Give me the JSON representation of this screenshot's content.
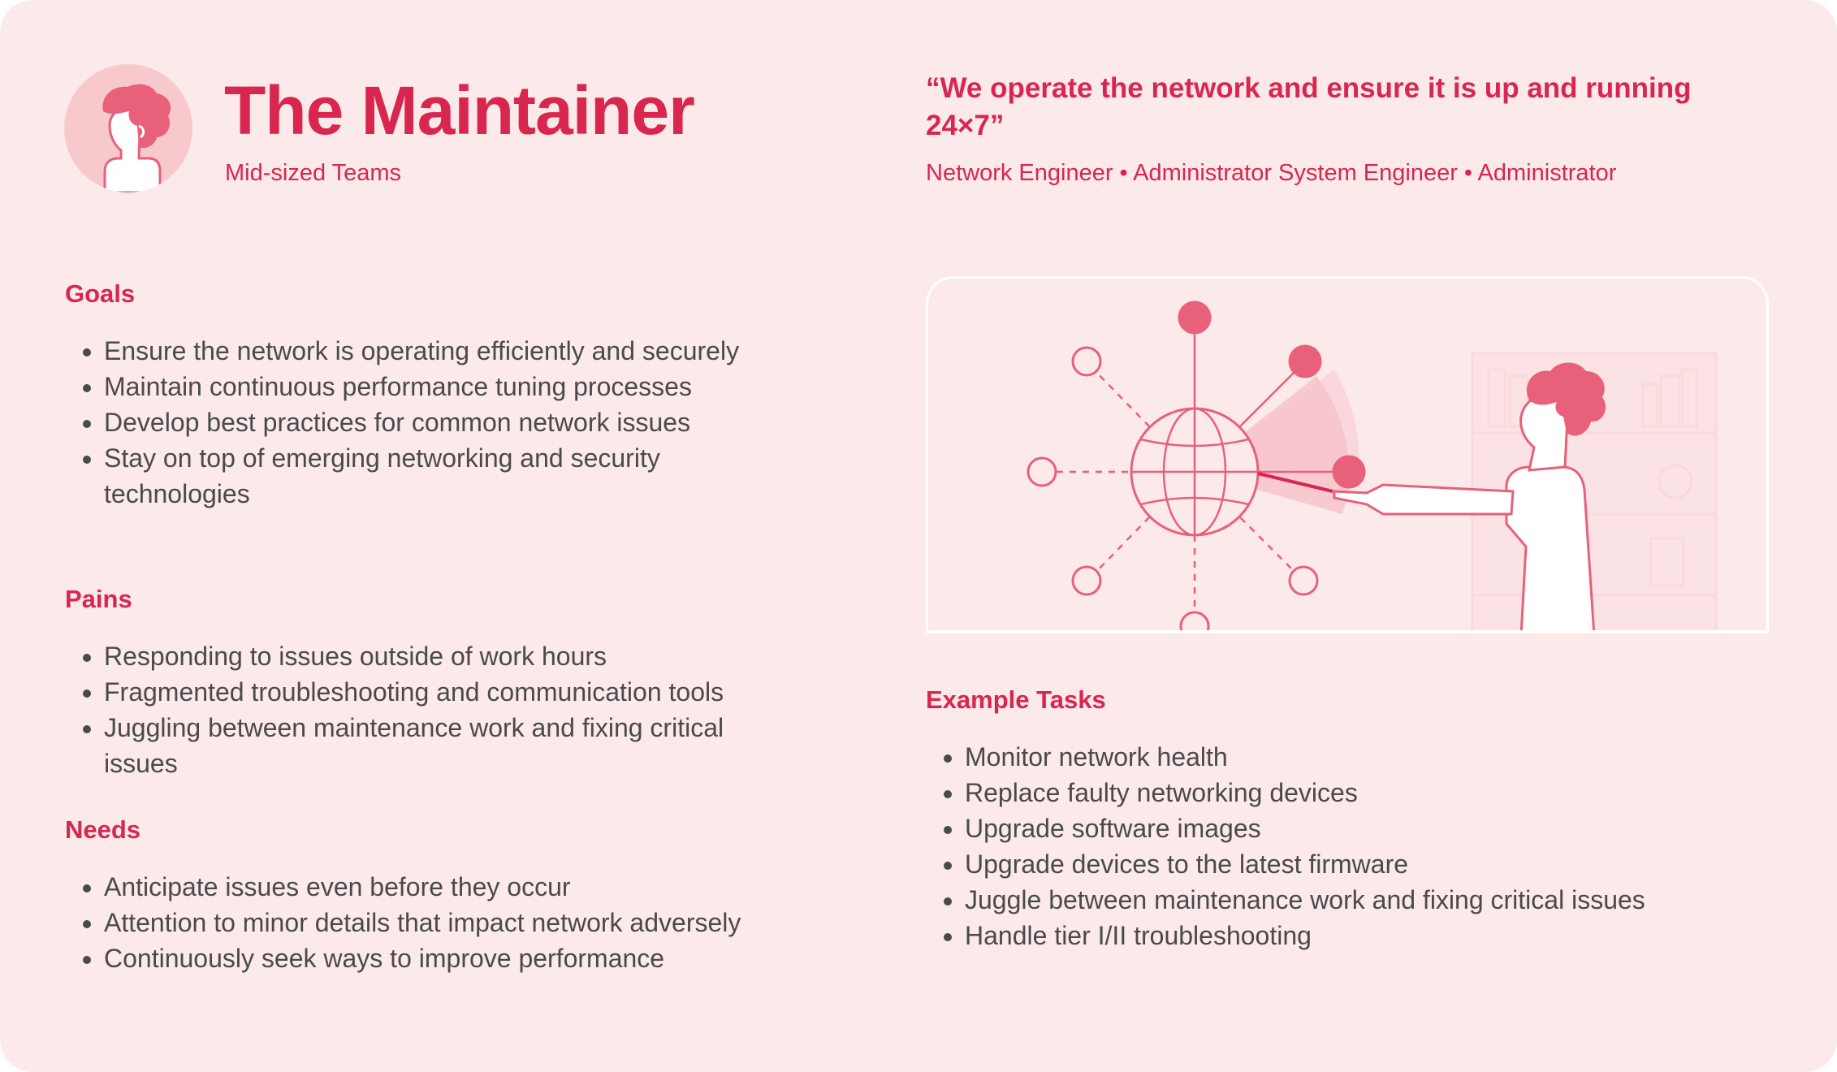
{
  "header": {
    "title": "The Maintainer",
    "subtitle": "Mid-sized Teams",
    "quote": "“We operate the network and ensure it is up and running 24×7”",
    "roles": "Network Engineer • Administrator System Engineer • Administrator",
    "avatar_icon": "person-avatar-icon"
  },
  "goals": {
    "heading": "Goals",
    "items": [
      "Ensure the network is operating efficiently and securely",
      "Maintain continuous performance tuning processes",
      "Develop best practices for common network issues",
      "Stay on top of emerging networking and security technologies"
    ]
  },
  "pains": {
    "heading": "Pains",
    "items": [
      "Responding to issues outside of work hours",
      "Fragmented troubleshooting and communication tools",
      "Juggling between maintenance work and fixing critical issues"
    ]
  },
  "needs": {
    "heading": "Needs",
    "items": [
      "Anticipate issues even before they occur",
      "Attention to minor details that impact network adversely",
      "Continuously seek ways to improve performance"
    ]
  },
  "tasks": {
    "heading": "Example Tasks",
    "items": [
      "Monitor network health",
      "Replace faulty networking devices",
      "Upgrade software images",
      "Upgrade devices to the latest firmware",
      "Juggle between maintenance work and fixing critical issues",
      "Handle tier I/II troubleshooting"
    ]
  },
  "illustration": {
    "icon": "network-globe-illustration"
  },
  "colors": {
    "accent": "#d8264f",
    "background": "#fce9e9",
    "text": "#4a4a4a",
    "illustration": "#e8607a"
  }
}
